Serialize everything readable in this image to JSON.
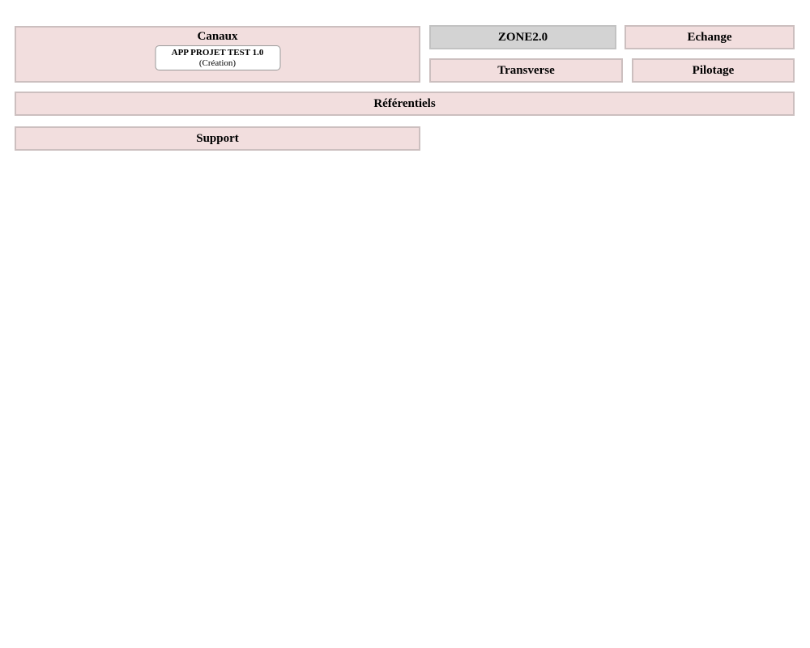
{
  "diagram": {
    "type": "enterprise-architecture-zone-map",
    "background": "#ffffff",
    "colors": {
      "zone_fill_pink": "#f2dede",
      "zone_border_pink": "#ccbfbf",
      "zone_fill_gray": "#d3d3d3",
      "zone_border_gray": "#c2c2c2",
      "app_node_fill": "#ffffff",
      "app_node_border": "#999999",
      "text": "#000000"
    },
    "zones": {
      "canaux": {
        "label": "Canaux"
      },
      "zone20": {
        "label": "ZONE2.0"
      },
      "echange": {
        "label": "Echange"
      },
      "transverse": {
        "label": "Transverse"
      },
      "pilotage": {
        "label": "Pilotage"
      },
      "referentiels": {
        "label": "Référentiels"
      },
      "support": {
        "label": "Support"
      }
    },
    "app_node": {
      "name": "APP PROJET TEST 1.0",
      "status": "(Création)"
    }
  }
}
